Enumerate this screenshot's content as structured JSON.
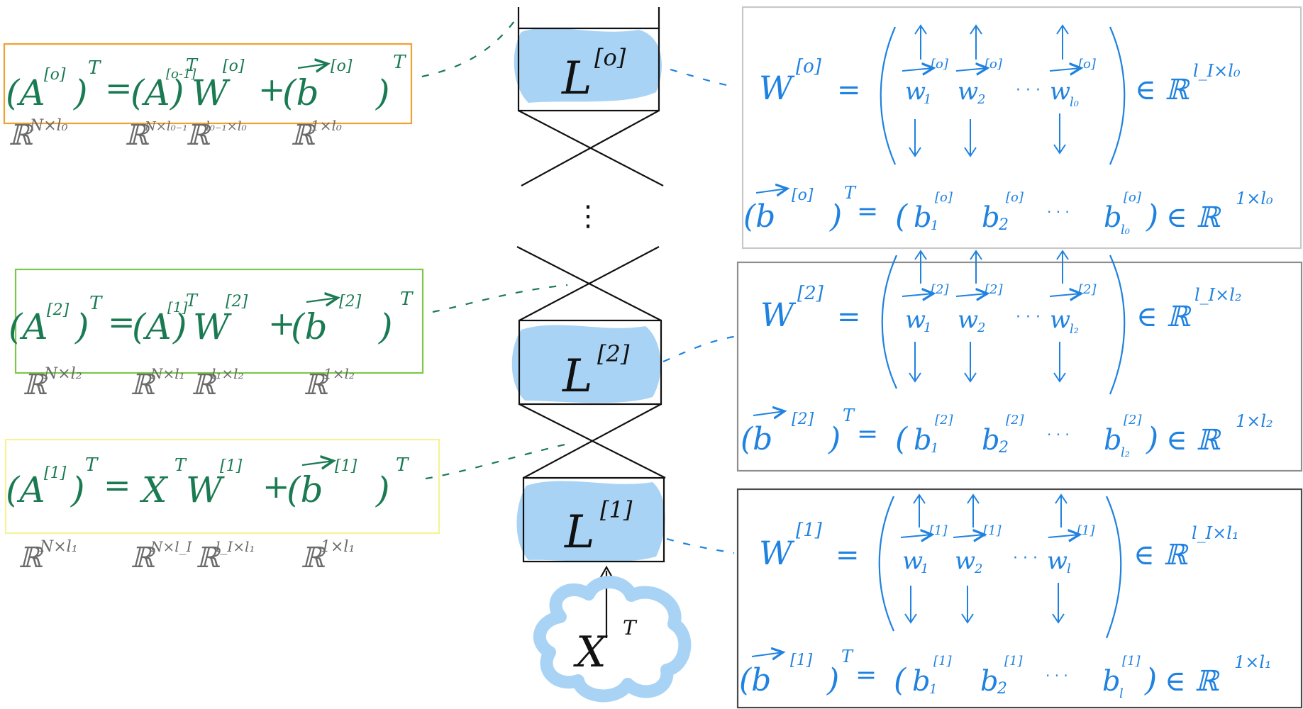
{
  "colors": {
    "equation_green": "#1a7a52",
    "dimension_gray": "#6b6b6b",
    "matrix_blue": "#1f82e0",
    "cloud_blue": "#a9d3f5",
    "box_orange": "#f0a030",
    "box_green": "#7cc84a",
    "box_yellow": "#f6f29a",
    "box_lightgray": "#c8c8c8",
    "box_midgray": "#8e8e8e",
    "box_darkgray": "#4a4a4a",
    "stroke_black": "#111111"
  },
  "layers": {
    "top": {
      "letter": "L",
      "sup": "[o]"
    },
    "middle": {
      "letter": "L",
      "sup": "[2]"
    },
    "bottom": {
      "letter": "L",
      "sup": "[1]"
    },
    "input": {
      "letter": "X",
      "sup": "T"
    },
    "ellipsis": "⋮",
    "arrow_icon": "up-arrow-icon"
  },
  "equations": {
    "eq_o": {
      "lhs_base": "(A",
      "lhs_sup": "[o]",
      "lhs_close": ")",
      "lhs_t": "T",
      "eqsign": "=",
      "a_open": "(A",
      "a_sup": "[o-1]",
      "a_close": ")",
      "a_t": "T",
      "w_base": "W",
      "w_sup": "[o]",
      "plus": "+",
      "b_open": "(b",
      "b_sup": "[o]",
      "b_close": ")",
      "b_t": "T",
      "dims": [
        {
          "base": "ℝ",
          "sup": "N×l₀"
        },
        {
          "base": "ℝ",
          "sup": "N×l₀₋₁"
        },
        {
          "base": "ℝ",
          "sup": "l₀₋₁×l₀"
        },
        {
          "base": "ℝ",
          "sup": "1×l₀"
        }
      ]
    },
    "eq_2": {
      "lhs_base": "(A",
      "lhs_sup": "[2]",
      "lhs_close": ")",
      "lhs_t": "T",
      "eqsign": "=",
      "a_open": "(A",
      "a_sup": "[1]",
      "a_close": ")",
      "a_t": "T",
      "w_base": "W",
      "w_sup": "[2]",
      "plus": "+",
      "b_open": "(b",
      "b_sup": "[2]",
      "b_close": ")",
      "b_t": "T",
      "dims": [
        {
          "base": "ℝ",
          "sup": "N×l₂"
        },
        {
          "base": "ℝ",
          "sup": "N×l₁"
        },
        {
          "base": "ℝ",
          "sup": "l₁×l₂"
        },
        {
          "base": "ℝ",
          "sup": "1×l₂"
        }
      ]
    },
    "eq_1": {
      "lhs_base": "(A",
      "lhs_sup": "[1]",
      "lhs_close": ")",
      "lhs_t": "T",
      "eqsign": "=",
      "x_base": "X",
      "x_t": "T",
      "w_base": "W",
      "w_sup": "[1]",
      "plus": "+",
      "b_open": "(b",
      "b_sup": "[1]",
      "b_close": ")",
      "b_t": "T",
      "dims": [
        {
          "base": "ℝ",
          "sup": "N×l₁"
        },
        {
          "base": "ℝ",
          "sup": "N×l_I"
        },
        {
          "base": "ℝ",
          "sup": "l_I×l₁"
        },
        {
          "base": "ℝ",
          "sup": "1×l₁"
        }
      ]
    }
  },
  "matrices": {
    "m_o": {
      "w_label": "W",
      "w_sup": "[o]",
      "eq": "=",
      "cols": [
        {
          "base": "w",
          "sub": "1",
          "sup": "[o]"
        },
        {
          "base": "w",
          "sub": "2",
          "sup": "[o]"
        },
        {
          "base": "w",
          "sub": "l₀",
          "sup": "[o]"
        }
      ],
      "dots": "· · ·",
      "in_set": "∈ ℝ",
      "in_sup": "l_I×l₀",
      "b_label": "(b",
      "b_sup": "[o]",
      "b_close": ")",
      "b_t": "T",
      "b_eq": "=",
      "b_items": [
        {
          "base": "b",
          "sub": "1",
          "sup": "[o]"
        },
        {
          "base": "b",
          "sub": "2",
          "sup": "[o]"
        },
        {
          "base": "b",
          "sub": "l₀",
          "sup": "[o]"
        }
      ],
      "b_in_set": "∈ ℝ",
      "b_in_sup": "1×l₀"
    },
    "m_2": {
      "w_label": "W",
      "w_sup": "[2]",
      "eq": "=",
      "cols": [
        {
          "base": "w",
          "sub": "1",
          "sup": "[2]"
        },
        {
          "base": "w",
          "sub": "2",
          "sup": "[2]"
        },
        {
          "base": "w",
          "sub": "l₂",
          "sup": "[2]"
        }
      ],
      "dots": "· · ·",
      "in_set": "∈ ℝ",
      "in_sup": "l_I×l₂",
      "b_label": "(b",
      "b_sup": "[2]",
      "b_close": ")",
      "b_t": "T",
      "b_eq": "=",
      "b_items": [
        {
          "base": "b",
          "sub": "1",
          "sup": "[2]"
        },
        {
          "base": "b",
          "sub": "2",
          "sup": "[2]"
        },
        {
          "base": "b",
          "sub": "l₂",
          "sup": "[2]"
        }
      ],
      "b_in_set": "∈ ℝ",
      "b_in_sup": "1×l₂"
    },
    "m_1": {
      "w_label": "W",
      "w_sup": "[1]",
      "eq": "=",
      "cols": [
        {
          "base": "w",
          "sub": "1",
          "sup": "[1]"
        },
        {
          "base": "w",
          "sub": "2",
          "sup": "[1]"
        },
        {
          "base": "w",
          "sub": "l",
          "sup": "[1]"
        }
      ],
      "dots": "· · ·",
      "in_set": "∈ ℝ",
      "in_sup": "l_I×l₁",
      "b_label": "(b",
      "b_sup": "[1]",
      "b_close": ")",
      "b_t": "T",
      "b_eq": "=",
      "b_items": [
        {
          "base": "b",
          "sub": "1",
          "sup": "[1]"
        },
        {
          "base": "b",
          "sub": "2",
          "sup": "[1]"
        },
        {
          "base": "b",
          "sub": "l",
          "sup": "[1]"
        }
      ],
      "b_in_set": "∈ ℝ",
      "b_in_sup": "1×l₁"
    }
  }
}
